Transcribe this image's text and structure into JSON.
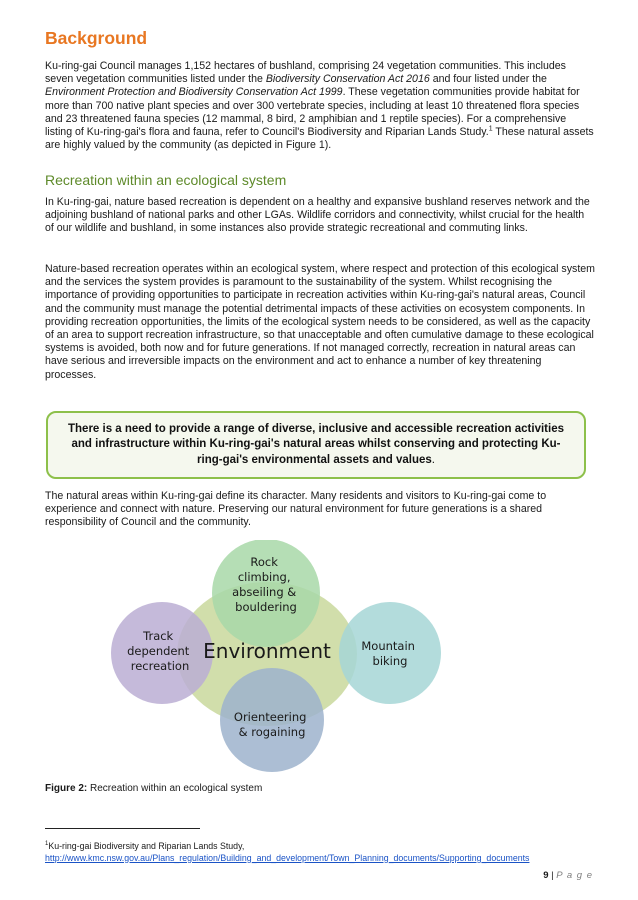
{
  "heading": "Background",
  "p1": {
    "s1": "Ku-ring-gai Council manages 1,152 hectares of bushland, comprising 24 vegetation communities. This includes seven vegetation communities listed under the ",
    "act1": "Biodiversity Conservation Act 2016",
    "s2": " and four listed under the ",
    "act2": "Environment Protection and Biodiversity Conservation Act 1999",
    "s3": ". These vegetation communities provide habitat for more than 700 native plant species and over 300 vertebrate species, including at least 10 threatened flora species and 23 threatened fauna species (12 mammal, 8 bird, 2 amphibian and 1 reptile species). For a comprehensive listing of Ku-ring-gai's flora and fauna, refer to Council's Biodiversity and Riparian Lands Study.",
    "ref": "1",
    "s4": " These natural assets are highly valued by the community (as depicted in Figure 1)."
  },
  "subheading": "Recreation within an ecological system",
  "p2": "In Ku-ring-gai, nature based recreation is dependent on a healthy and expansive bushland reserves network and the adjoining bushland of national parks and other LGAs. Wildlife corridors and connectivity, whilst crucial for the health of our wildlife and bushland, in some instances also provide strategic recreational and commuting links.",
  "p3": "Nature-based recreation operates within an ecological system, where respect and protection of this ecological system and the services the system provides is paramount to the sustainability of the system. Whilst recognising the importance of providing opportunities to participate in recreation activities within Ku-ring-gai's natural areas, Council and the community must manage the potential detrimental impacts of these activities on ecosystem components. In providing recreation opportunities, the limits of the ecological system needs to be considered, as well as the capacity of an area to support recreation infrastructure, so that unacceptable and often cumulative damage to these ecological systems is avoided, both now and for future generations. If not managed correctly, recreation in natural areas can have serious and irreversible impacts on the environment and act to enhance a number of key threatening processes.",
  "callout": {
    "text": "There is a need to provide a range of diverse, inclusive and accessible recreation activities and infrastructure within Ku-ring-gai's natural areas whilst conserving and protecting Ku-ring-gai's environmental assets and values",
    "period": "."
  },
  "p4": "The natural areas within Ku-ring-gai define its character. Many residents and visitors to Ku-ring-gai come to experience and connect with nature. Preserving our natural environment for future generations is a shared responsibility of Council and the community.",
  "diagram": {
    "center": "Environment",
    "top": [
      "Rock",
      "climbing,",
      "abseiling &",
      "bouldering"
    ],
    "right": [
      "Mountain",
      "biking"
    ],
    "bottom": [
      "Orienteering",
      "& rogaining"
    ],
    "left": [
      "Track",
      "dependent",
      "recreation"
    ],
    "colors": {
      "center": "#cfdca7",
      "top": "#a8d8a8",
      "right": "#a6d6d6",
      "bottom": "#9db3cc",
      "left": "#bbaed3"
    }
  },
  "caption": {
    "label": "Figure 2:",
    "text": " Recreation within an ecological system"
  },
  "footnote": {
    "mark": "1",
    "text": "Ku-ring-gai Biodiversity and Riparian Lands Study,",
    "link": "http://www.kmc.nsw.gov.au/Plans_regulation/Building_and_development/Town_Planning_documents/Supporting_documents"
  },
  "page_number": {
    "num": "9",
    "sep": " | ",
    "word": "P a g e"
  }
}
